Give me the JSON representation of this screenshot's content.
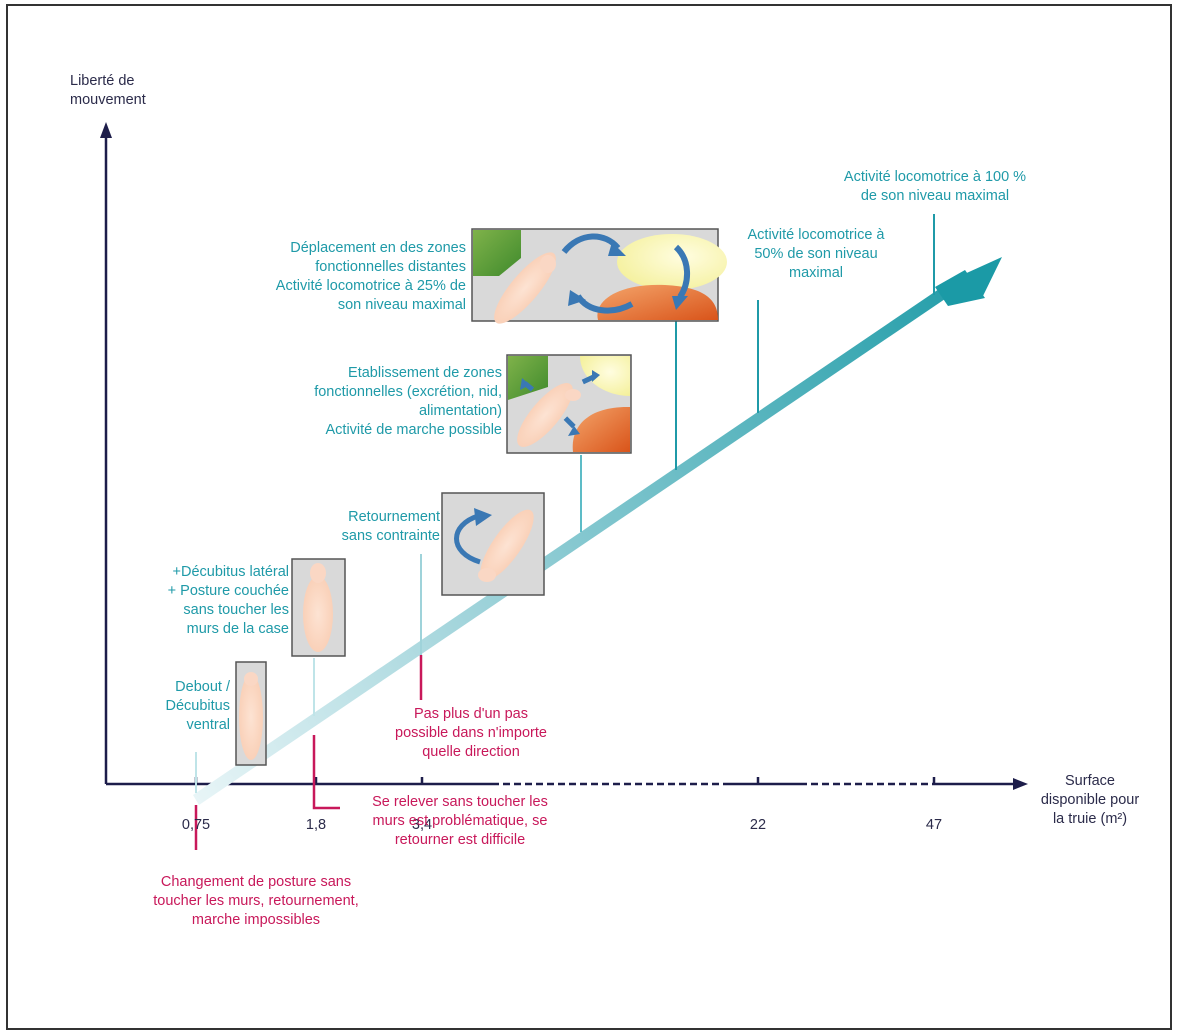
{
  "y_axis_label": [
    "Liberté de",
    "mouvement"
  ],
  "x_axis_label": [
    "Surface",
    "disponible pour",
    "la truie (m²)"
  ],
  "x_ticks": [
    "0,75",
    "1,8",
    "3,4",
    "22",
    "47"
  ],
  "milestones_above": [
    {
      "id": "m1",
      "lines": [
        "Debout /",
        "Décubitus",
        "ventral"
      ]
    },
    {
      "id": "m2",
      "lines": [
        "+Décubitus latéral",
        "+ Posture couchée",
        "sans toucher les",
        "murs de la case"
      ]
    },
    {
      "id": "m3",
      "lines": [
        "Retournement",
        "sans contrainte"
      ]
    },
    {
      "id": "m4",
      "lines": [
        "Etablissement de zones",
        "fonctionnelles (excrétion, nid,",
        "alimentation)",
        "Activité de marche possible"
      ]
    },
    {
      "id": "m5",
      "lines": [
        "Déplacement en des zones",
        "fonctionnelles distantes",
        "Activité locomotrice à 25% de",
        "son niveau maximal"
      ]
    },
    {
      "id": "m6",
      "lines": [
        "Activité locomotrice à",
        "50% de son niveau",
        "maximal"
      ]
    },
    {
      "id": "m7",
      "lines": [
        "Activité locomotrice à 100 %",
        "de son niveau maximal"
      ]
    }
  ],
  "milestones_below": [
    {
      "id": "b1",
      "lines": [
        "Changement de posture sans",
        "toucher les murs, retournement,",
        "marche impossibles"
      ]
    },
    {
      "id": "b2",
      "lines": [
        "Se relever sans toucher les",
        "murs est problématique, se",
        "retourner est difficile"
      ]
    },
    {
      "id": "b3",
      "lines": [
        "Pas plus d'un pas",
        "possible dans n'importe",
        "quelle direction"
      ]
    }
  ],
  "colors": {
    "teal": "#1f9aa8",
    "red": "#c8185a",
    "axis": "#1d1d4a"
  }
}
